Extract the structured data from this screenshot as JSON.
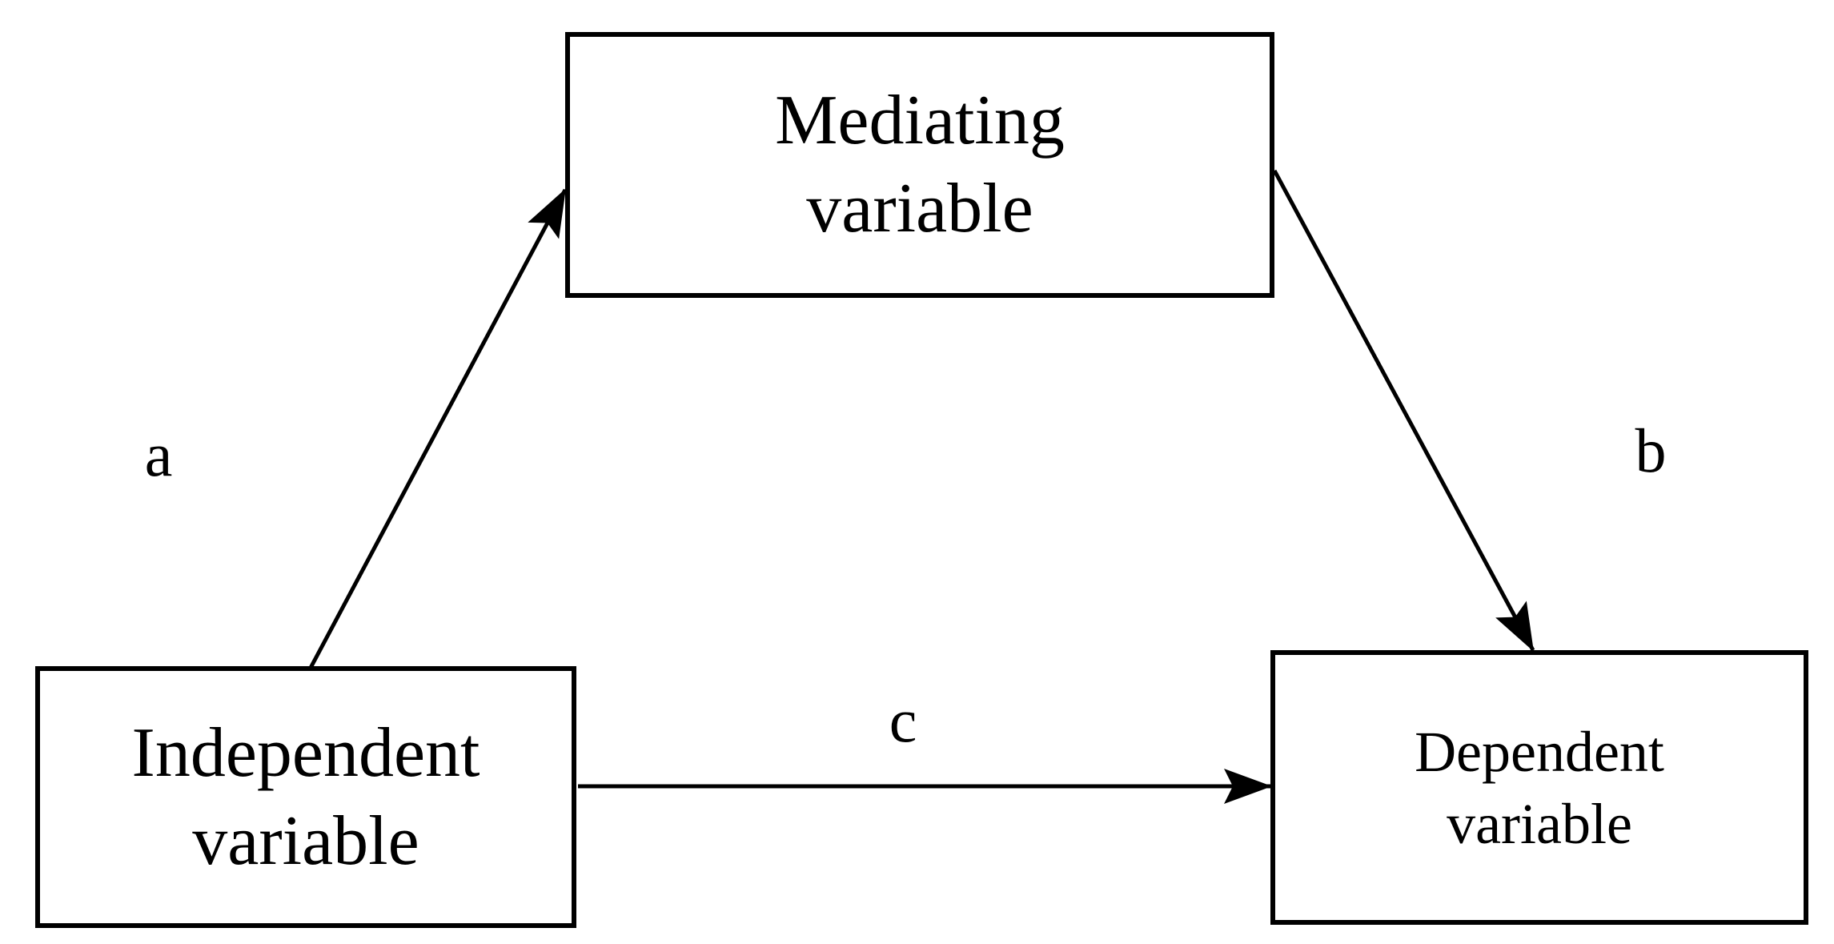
{
  "diagram": {
    "type": "mediation-model",
    "nodes": {
      "mediating": {
        "line1": "Mediating",
        "line2": "variable"
      },
      "independent": {
        "line1": "Independent",
        "line2": "variable"
      },
      "dependent": {
        "line1": "Dependent",
        "line2": "variable"
      }
    },
    "edges": {
      "a": {
        "label": "a",
        "from": "independent",
        "to": "mediating"
      },
      "b": {
        "label": "b",
        "from": "mediating",
        "to": "dependent"
      },
      "c": {
        "label": "c",
        "from": "independent",
        "to": "dependent"
      }
    },
    "colors": {
      "ink": "#000000",
      "background": "#ffffff"
    }
  }
}
